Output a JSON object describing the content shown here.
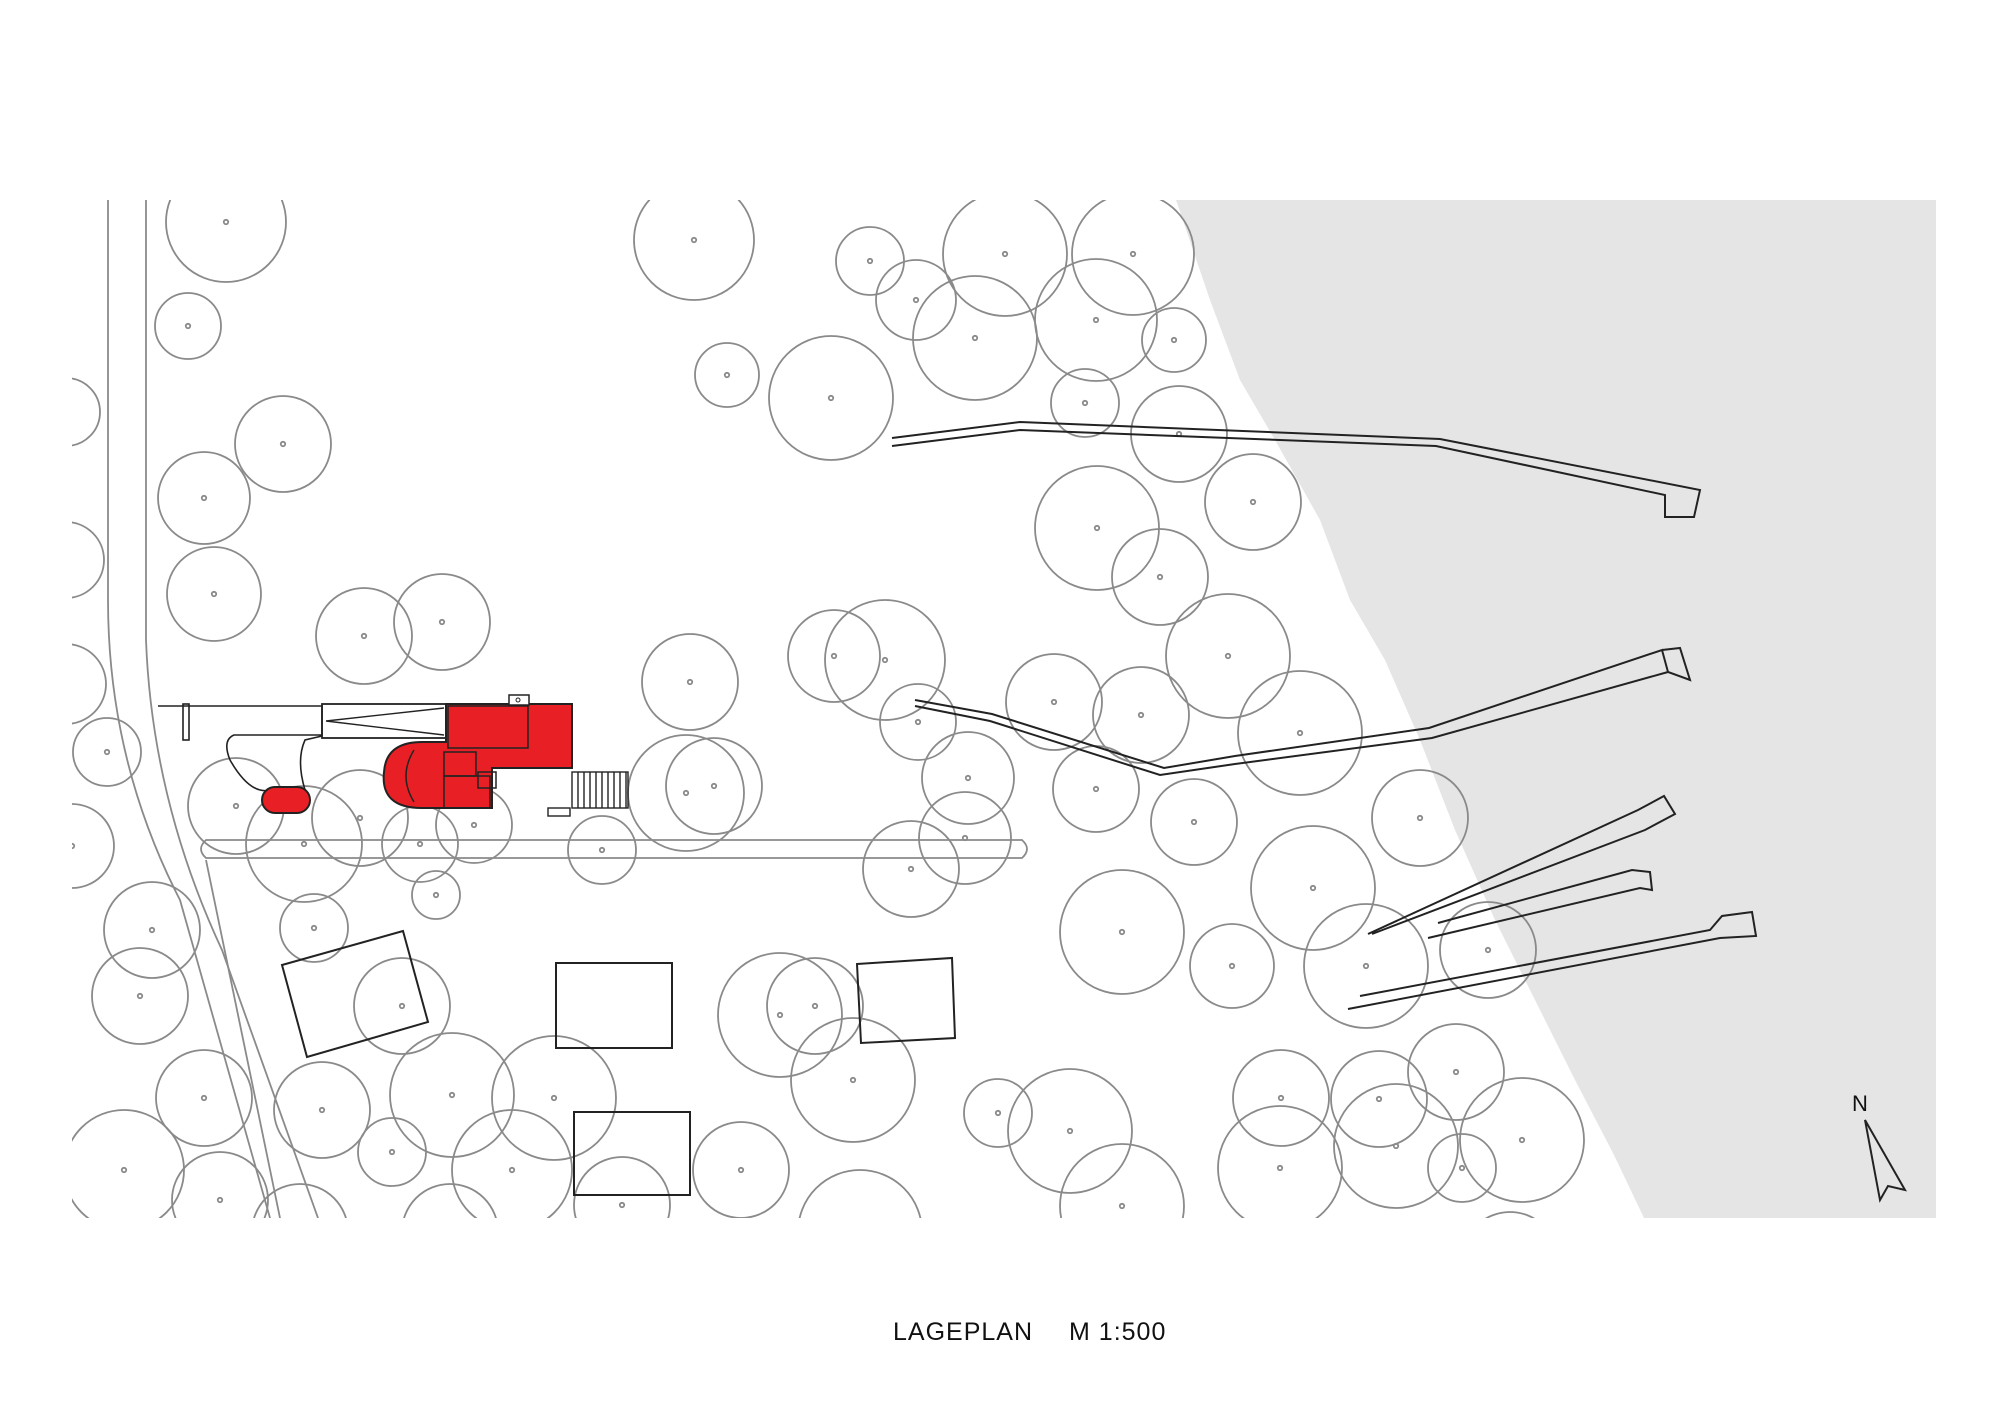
{
  "plan": {
    "title": "LAGEPLAN",
    "scale": "M 1:500",
    "north_label": "N"
  },
  "colors": {
    "building": "#e82025",
    "water": "#e5e5e5",
    "tree_outline": "#8a8a8a",
    "line": "#222222"
  },
  "icons": {
    "north_arrow": "north-arrow-icon"
  }
}
